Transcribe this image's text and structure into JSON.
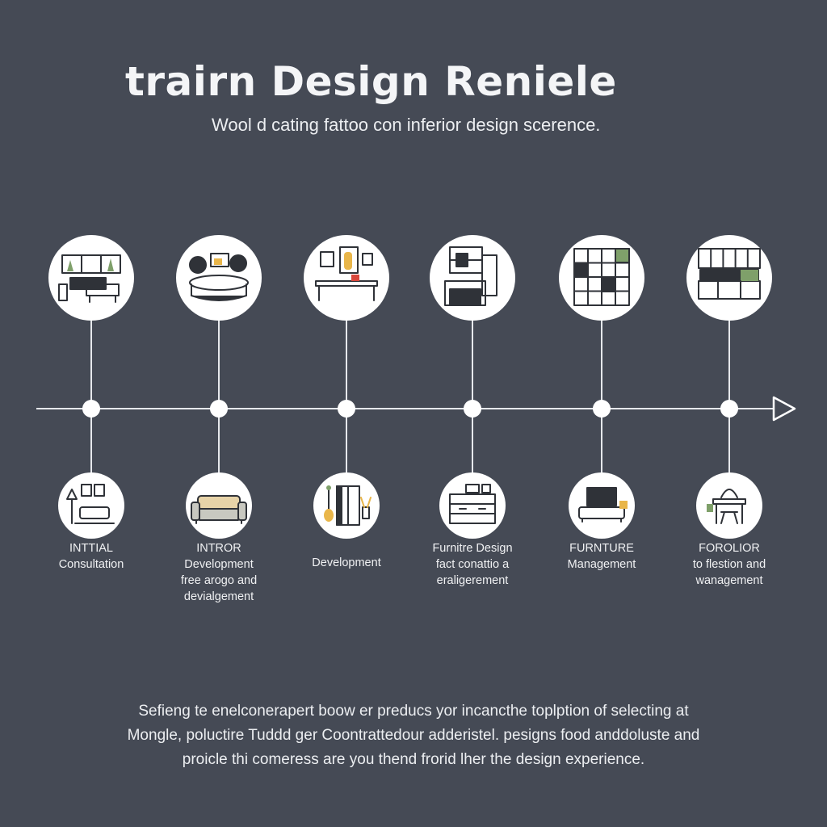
{
  "header": {
    "title": "trairn Design Reniele",
    "subtitle": "Wool d cating fattoo con inferior design scerence."
  },
  "colors": {
    "background": "#454a55",
    "line": "#e6e8ec",
    "circle_fill": "#ffffff",
    "icon_stroke": "#2f3238",
    "accent_green": "#7fa06a",
    "accent_yellow": "#e9b64a",
    "accent_red": "#d9473c"
  },
  "top_icons": [
    {
      "icon": "living-room-icon"
    },
    {
      "icon": "meeting-table-icon"
    },
    {
      "icon": "entry-console-icon"
    },
    {
      "icon": "kitchen-cabinet-icon"
    },
    {
      "icon": "bookshelf-icon"
    },
    {
      "icon": "kitchen-wall-icon"
    }
  ],
  "steps": [
    {
      "icon": "lamp-sofa-icon",
      "lines": [
        "INTTIAL",
        "Consultation"
      ]
    },
    {
      "icon": "sofa-icon",
      "lines": [
        "INTROR",
        "Development",
        "free arogo and",
        "devialgement"
      ]
    },
    {
      "icon": "cabinet-plant-icon",
      "lines": [
        "Development"
      ]
    },
    {
      "icon": "dresser-icon",
      "lines": [
        "Furnitre Design",
        "fact conattio a",
        "eraligerement"
      ]
    },
    {
      "icon": "tv-console-icon",
      "lines": [
        "FURNTURE",
        "Management"
      ]
    },
    {
      "icon": "desk-chair-icon",
      "lines": [
        "FOROLIOR",
        "to flestion and",
        "wanagement"
      ]
    }
  ],
  "footer": [
    "Sefieng te enelconerapert boow er preducs yor incancthe toplption of selecting at",
    "Mongle, poluctire Tuddd ger Coontrattedour adderistel. pesigns food anddoluste and",
    "proicle thi comeress are you thend frorid lher the design experience."
  ]
}
